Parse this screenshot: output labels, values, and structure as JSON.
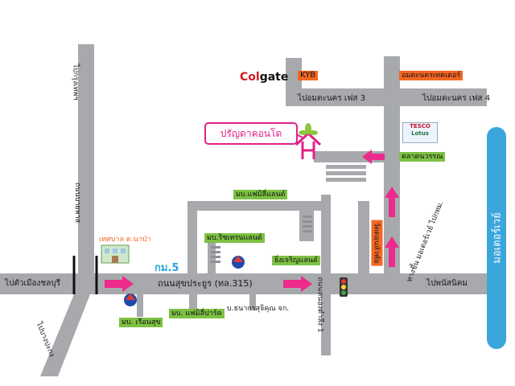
{
  "roads": {
    "main_road_label": "ถนนสุขประยูร (ทล.315)",
    "to_bangkok": "ไปกรุงเทพฯ",
    "to_chonburi": "ไปตัวเมืองชลบุรี",
    "to_bang_pakong": "ไปบางปะกง",
    "to_phanom_sarakham": "ไปพนัสนิคม",
    "to_bang_pakong_road": "ถนนบายพาส",
    "to_amata3": "ไปอมตะนคร เฟส 3",
    "to_amata4": "ไปอมตะนคร เฟส 4",
    "soi_right": "ถนนหนองตำลึง 1",
    "soi_ttt": "วัดดอนหัวฬ่อ",
    "shortcut": "ทางขึ้น มอเตอร์เวย์ ไปกทม.",
    "km_marker": "กม.5"
  },
  "places": {
    "colgate_prefix": "Col",
    "colgate_suffix": "gate",
    "kyb": "KYB",
    "amata_sign": "อมตะนครเทคเดอร์",
    "tesco_line1": "TESCO",
    "tesco_line2": "Lotus",
    "market": "ตลาดนวรรณ",
    "project_name": "ปรัญดาคอนโด",
    "village_family": "มบ.แฟมิลี่แลนด์",
    "village_rich": "มบ.ริชเทรนแลนด์",
    "yingcharoen": "ยิ่งเจริญแลนด์",
    "hospital": "เทศบาล ต.นาป่า",
    "village_family_park": "มบ. แฟมิลี่ปาร์ค",
    "village_reuan": "มบ. เรือนสุข",
    "company": "บ.ธนากรสุจิคุณ จก.",
    "wat_sign": "วัดดอนหัวฬ่อ"
  },
  "motorway": {
    "label": "มอเตอร์เวย์"
  },
  "icons": [
    "ptt-icon",
    "ptt-icon",
    "traffic-light-icon",
    "hospital-icon",
    "condo-icon"
  ],
  "colors": {
    "road": "#a7a9ac",
    "arrow": "#ec2b8c",
    "highlight_orange": "#f26722",
    "highlight_green": "#7dc143",
    "motorway": "#3aa6dc",
    "project": "#e2218a"
  }
}
